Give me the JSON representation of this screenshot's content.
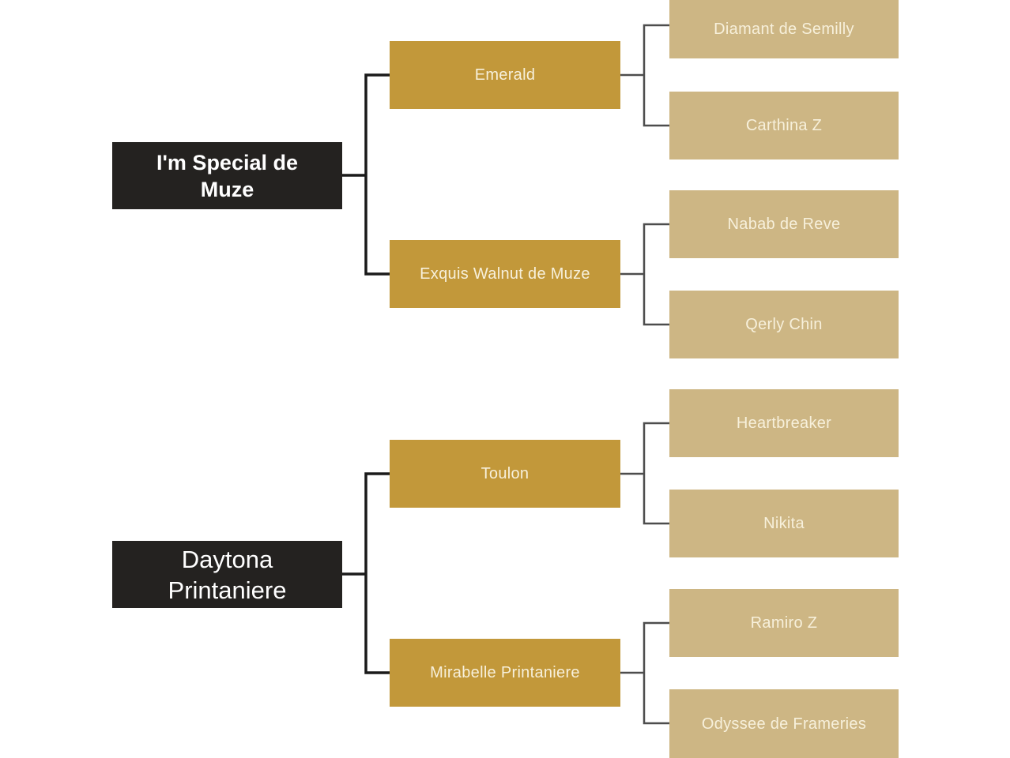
{
  "diagram": {
    "type": "pedigree-tree",
    "colors": {
      "background": "#ffffff",
      "root_box": "#242220",
      "parent_box": "#C2983A",
      "grandparent_box": "#CDB684",
      "root_text": "#ffffff",
      "box_text": "#F7F0DB",
      "line_dark": "#1a1a1a",
      "line_gray": "#4d4d4d"
    },
    "trees": [
      {
        "root": {
          "label": "I'm Special de Muze"
        },
        "parents": [
          {
            "label": "Emerald",
            "grandparents": [
              {
                "label": "Diamant de Semilly"
              },
              {
                "label": "Carthina Z"
              }
            ]
          },
          {
            "label": "Exquis Walnut de Muze",
            "grandparents": [
              {
                "label": "Nabab de Reve"
              },
              {
                "label": "Qerly Chin"
              }
            ]
          }
        ]
      },
      {
        "root": {
          "label": "Daytona Printaniere"
        },
        "parents": [
          {
            "label": "Toulon",
            "grandparents": [
              {
                "label": "Heartbreaker"
              },
              {
                "label": "Nikita"
              }
            ]
          },
          {
            "label": "Mirabelle Printaniere",
            "grandparents": [
              {
                "label": "Ramiro Z"
              },
              {
                "label": "Odyssee de Frameries"
              }
            ]
          }
        ]
      }
    ]
  }
}
